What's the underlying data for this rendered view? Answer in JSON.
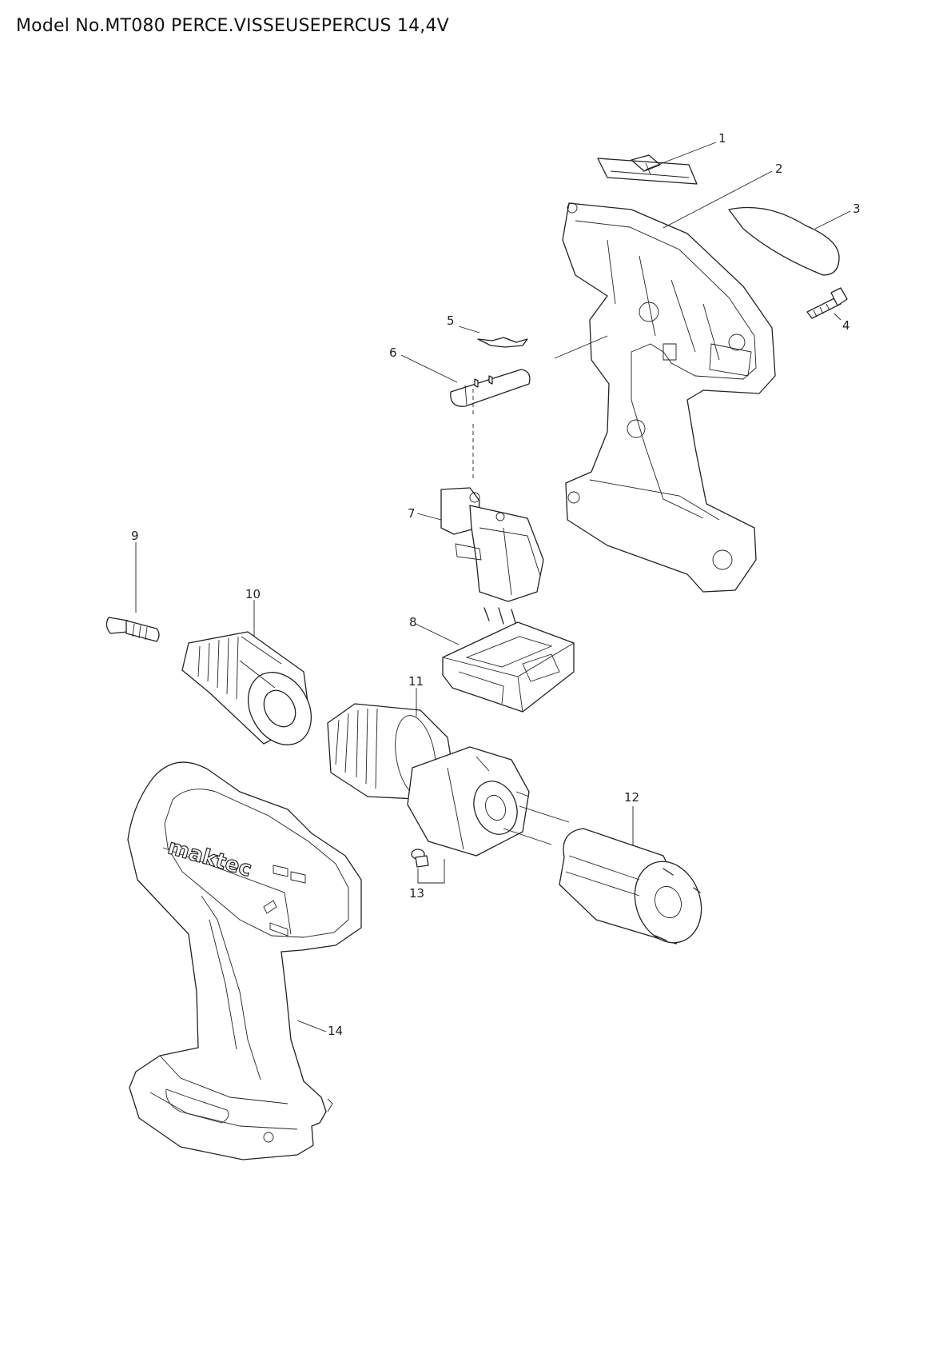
{
  "title": "Model No.MT080 PERCE.VISSEUSEPERCUS 14,4V",
  "brand_mark": "maktec",
  "parts": [
    {
      "id": "p1",
      "number": "1"
    },
    {
      "id": "p2",
      "number": "2"
    },
    {
      "id": "p3",
      "number": "3"
    },
    {
      "id": "p4",
      "number": "4"
    },
    {
      "id": "p5",
      "number": "5"
    },
    {
      "id": "p6",
      "number": "6"
    },
    {
      "id": "p7",
      "number": "7"
    },
    {
      "id": "p8",
      "number": "8"
    },
    {
      "id": "p9",
      "number": "9"
    },
    {
      "id": "p10",
      "number": "10"
    },
    {
      "id": "p11",
      "number": "11"
    },
    {
      "id": "p12",
      "number": "12"
    },
    {
      "id": "p13",
      "number": "13"
    },
    {
      "id": "p14",
      "number": "14"
    }
  ]
}
